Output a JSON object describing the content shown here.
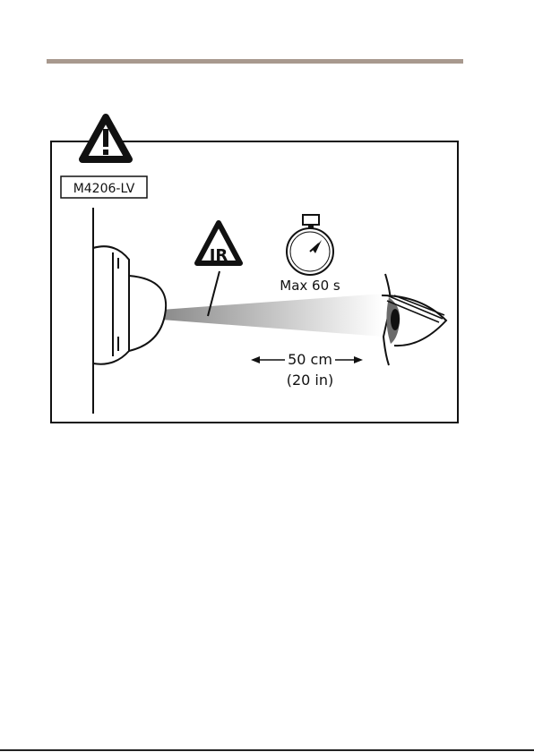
{
  "diagram": {
    "model_label": "M4206-LV",
    "ir_label": "IR",
    "timer_label": "Max 60 s",
    "distance_metric": "50 cm",
    "distance_imperial": "(20 in)"
  },
  "icons": {
    "warning": "warning-triangle-icon",
    "ir_warning": "ir-warning-icon",
    "timer": "stopwatch-icon",
    "eye": "eye-icon",
    "camera": "dome-camera-icon"
  },
  "colors": {
    "rule": "#a8998e",
    "stroke": "#111111",
    "iris": "#7a7a7a"
  }
}
